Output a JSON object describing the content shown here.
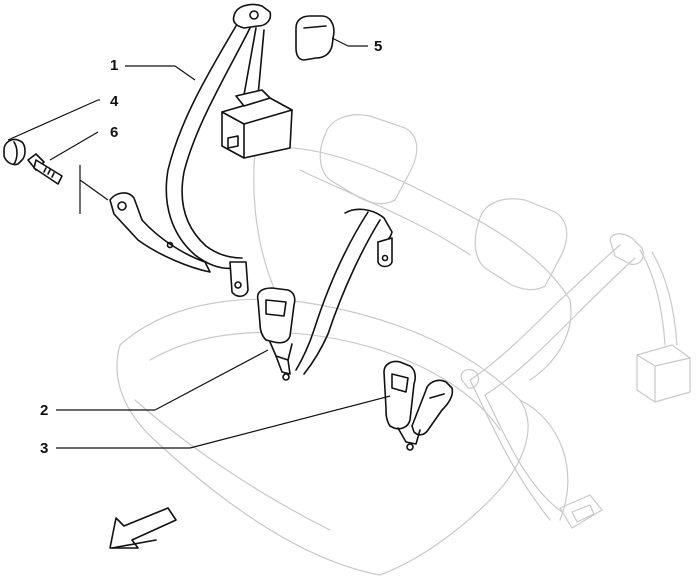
{
  "callouts": {
    "c1": "1",
    "c2": "2",
    "c3": "3",
    "c4": "4",
    "c5": "5",
    "c6": "6"
  },
  "colors": {
    "ink": "#111111",
    "ghost": "#c9c9c9",
    "background": "#ffffff"
  },
  "icons": {
    "direction": "arrow-icon"
  }
}
